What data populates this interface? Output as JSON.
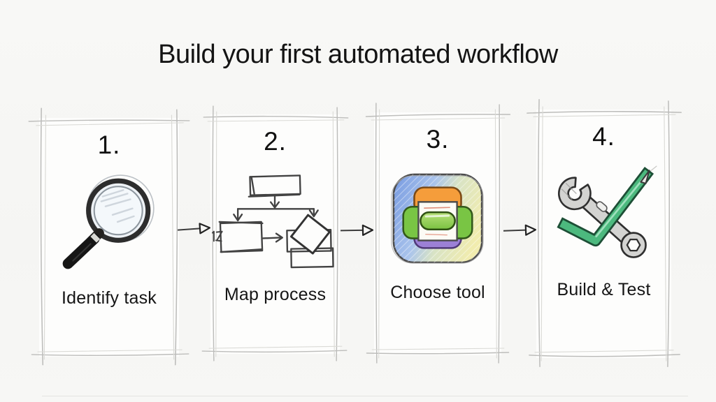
{
  "title": "Build your first automated workflow",
  "steps": [
    {
      "number": "1.",
      "label": "Identify task",
      "icon": "magnifying-glass-icon"
    },
    {
      "number": "2.",
      "label": "Map process",
      "icon": "flowchart-icon"
    },
    {
      "number": "3.",
      "label": "Choose tool",
      "icon": "colorful-app-icon"
    },
    {
      "number": "4.",
      "label": "Build & Test",
      "icon": "wrench-and-screwdriver-icon"
    }
  ],
  "arrow_count": 3,
  "colors": {
    "background": "#f6f6f4",
    "panel": "#fdfdfc",
    "ink": "#141414",
    "sketch_line": "#bdbdbb",
    "arrow": "#2d2d2d",
    "check_green": "#4cb97e",
    "app_orange": "#f59d3b",
    "app_purple": "#9c80d6",
    "app_green": "#79c544",
    "app_blue": "#7d9fe2",
    "app_yellow": "#f1ecae",
    "wrench_gray": "#d3d3d1"
  }
}
